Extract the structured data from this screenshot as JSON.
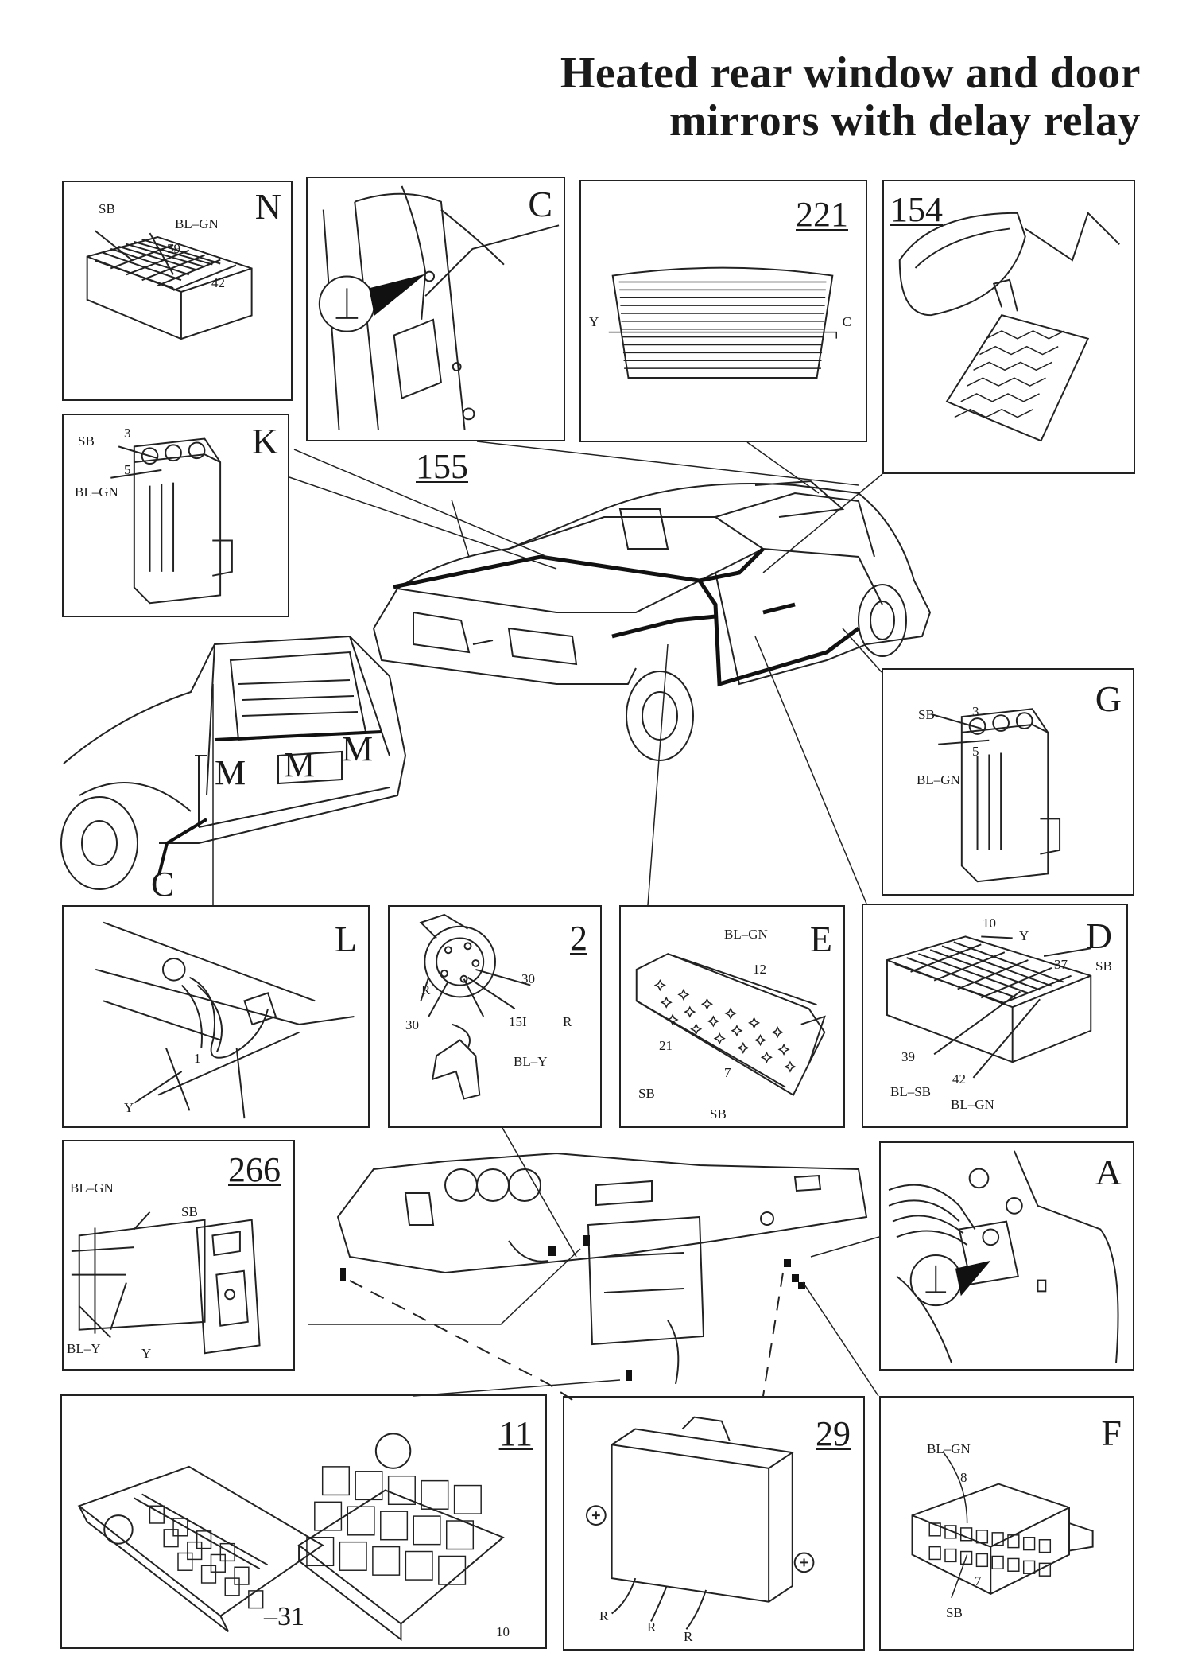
{
  "title": {
    "line1": "Heated rear window and door",
    "line2": "mirrors with delay relay"
  },
  "panels": {
    "N": {
      "letter": "N",
      "sb": "SB",
      "blgn": "BL–GN",
      "p39": "39",
      "p42": "42"
    },
    "C_top": {
      "letter": "C"
    },
    "p221": {
      "num": "221",
      "y": "Y",
      "c": "C"
    },
    "p154": {
      "num": "154"
    },
    "K": {
      "letter": "K",
      "sb": "SB",
      "p3": "3",
      "p5": "5",
      "blgn": "BL–GN"
    },
    "car": {
      "num": "155"
    },
    "rear": {
      "m1": "M",
      "m2": "M",
      "m3": "M",
      "c": "C"
    },
    "G": {
      "letter": "G",
      "sb": "SB",
      "p3": "3",
      "p5": "5",
      "blgn": "BL–GN"
    },
    "L": {
      "letter": "L",
      "y": "Y",
      "p1": "1"
    },
    "p2": {
      "num": "2",
      "r1": "R",
      "p30a": "30",
      "p30b": "30",
      "r2": "R",
      "p15i": "15I",
      "bly": "BL–Y"
    },
    "E": {
      "letter": "E",
      "blgn": "BL–GN",
      "p12": "12",
      "p21": "21",
      "p7": "7",
      "sb1": "SB",
      "sb2": "SB"
    },
    "D": {
      "letter": "D",
      "p10": "10",
      "y": "Y",
      "p37": "37",
      "sb": "SB",
      "p39": "39",
      "p42": "42",
      "blsb": "BL–SB",
      "blgn": "BL–GN"
    },
    "p266": {
      "num": "266",
      "blgn": "BL–GN",
      "sb": "SB",
      "bly": "BL–Y",
      "y": "Y"
    },
    "A": {
      "letter": "A"
    },
    "p11": {
      "num": "11",
      "m31": "–31",
      "p10": "10"
    },
    "p29": {
      "num": "29",
      "r1": "R",
      "r2": "R",
      "r3": "R"
    },
    "F": {
      "letter": "F",
      "blgn": "BL–GN",
      "p8": "8",
      "p7": "7",
      "sb": "SB"
    }
  }
}
